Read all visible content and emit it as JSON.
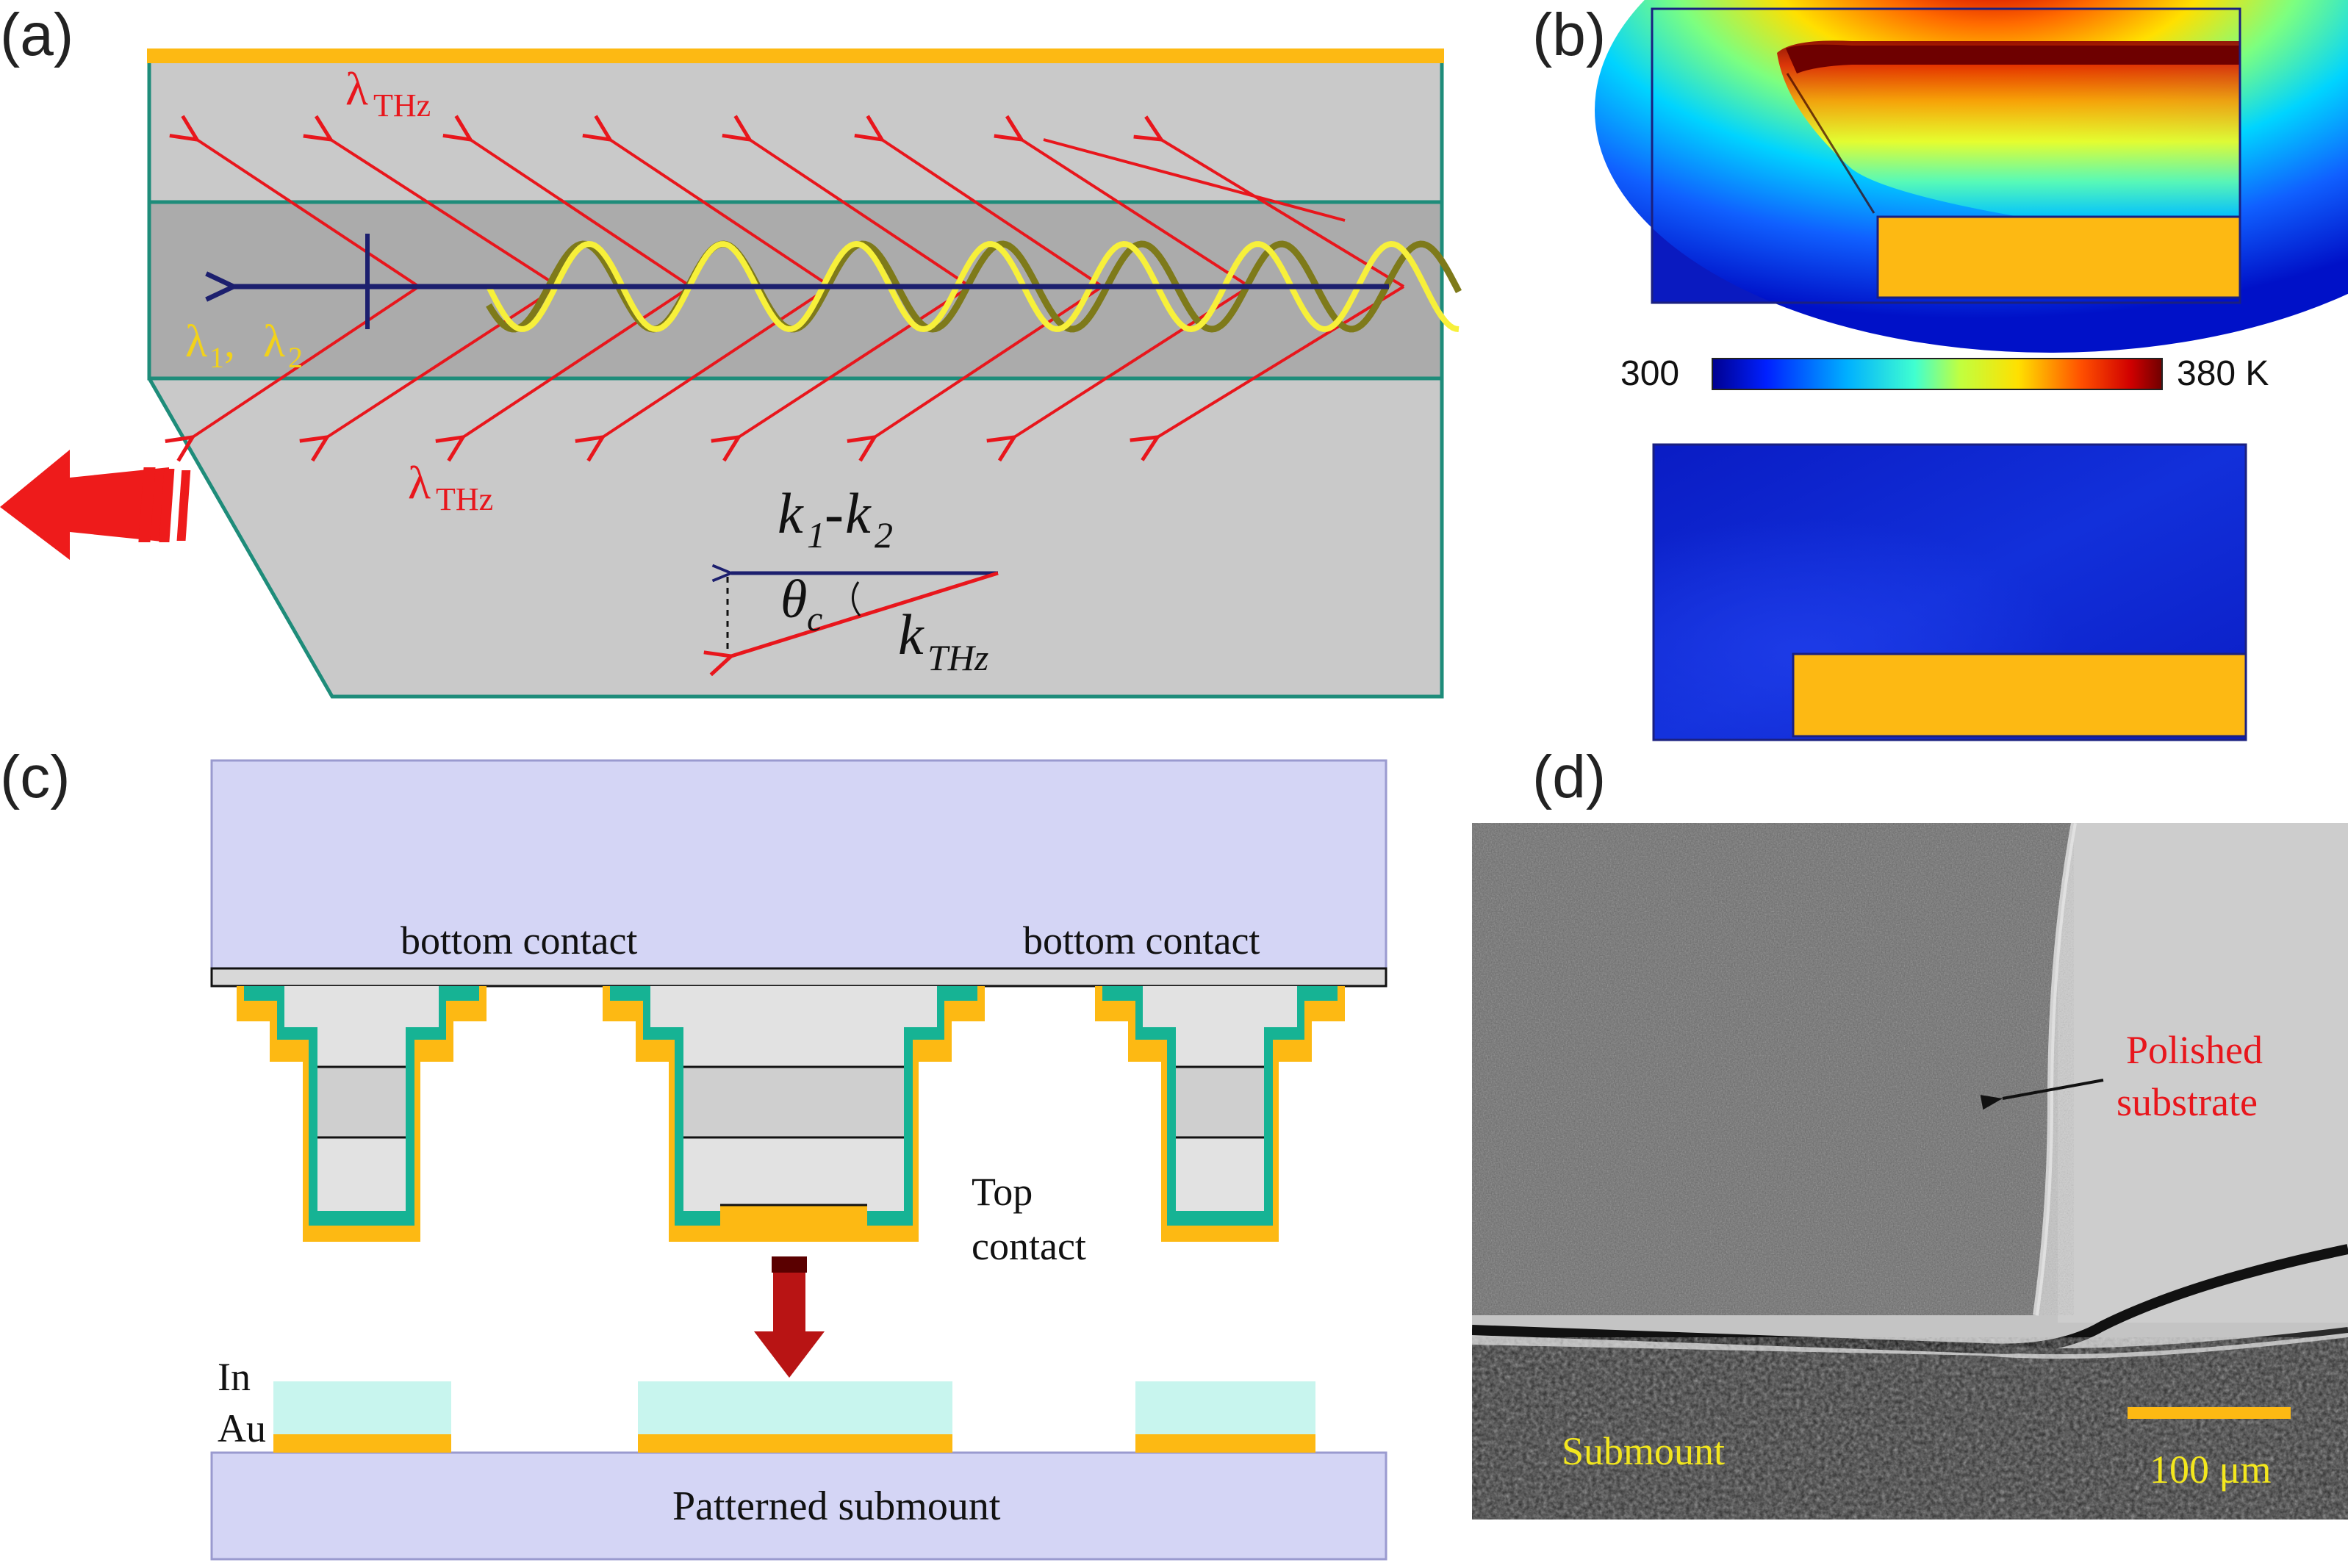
{
  "panels": {
    "a": {
      "label": "(a)",
      "lambda_thz_top": "λ",
      "lambda_thz_top_sub": "THz",
      "lambda_thz_bottom": "λ",
      "lambda_thz_bottom_sub": "THz",
      "lambda1": "λ",
      "lambda1_sub": "1",
      "lambda_sep": ", ",
      "lambda2": "λ",
      "lambda2_sub": "2",
      "k_diff_k1": "k",
      "k_diff_k1_sub": "1",
      "k_diff_minus": "-",
      "k_diff_k2": "k",
      "k_diff_k2_sub": "2",
      "theta": "θ",
      "theta_sub": "c",
      "k_thz": "k",
      "k_thz_sub": "THz"
    },
    "b": {
      "label": "(b)",
      "colorbar_min": "300",
      "colorbar_max": "380 K"
    },
    "c": {
      "label": "(c)",
      "bottom_contact_left": "bottom contact",
      "bottom_contact_right": "bottom contact",
      "top_contact_line1": "Top",
      "top_contact_line2": "contact",
      "in_label": "In",
      "au_label": "Au",
      "submount_label": "Patterned submount"
    },
    "d": {
      "label": "(d)",
      "polished_line1": "Polished",
      "polished_line2": "substrate",
      "submount_label": "Submount",
      "scale_label": "100 μm"
    }
  },
  "colors": {
    "gold": "#FDB913",
    "teal": "#16B394",
    "red": "#E8161C",
    "navy": "#1C1F6E",
    "lavender": "#D4D5F5",
    "device_gray": "#C8C8C8",
    "active_gray": "#A8A8A8",
    "sem_text_red": "#E8161C",
    "sem_text_yellow": "#F3E71E"
  },
  "icons": {
    "emission_arrow": "big-red-arrow-icon",
    "flip_arrow": "dark-red-down-arrow-icon"
  }
}
